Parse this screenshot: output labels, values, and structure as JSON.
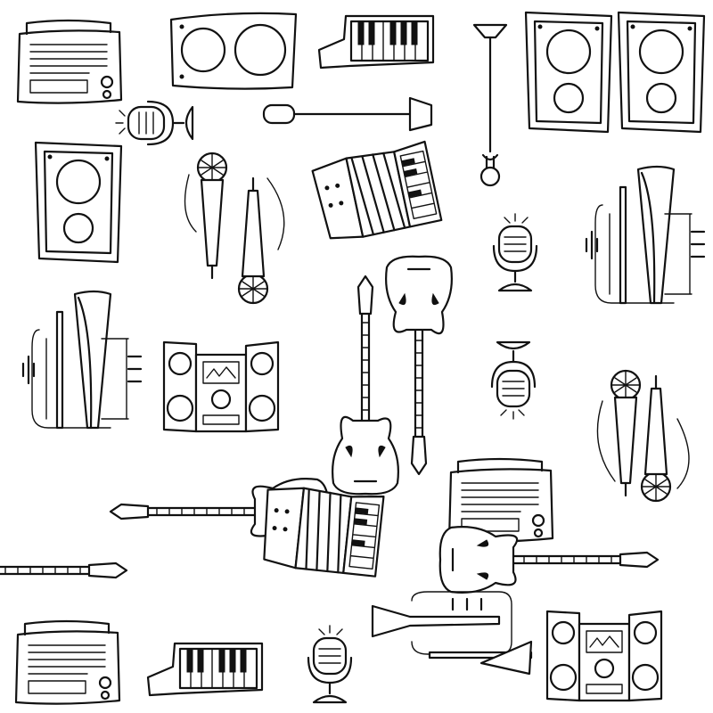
{
  "illustration": {
    "style": "hand-drawn black ink doodles on white",
    "background_color": "#ffffff",
    "ink_color": "#111111",
    "items": [
      {
        "name": "radio-icon",
        "count": 3
      },
      {
        "name": "speaker-icon",
        "count": 5
      },
      {
        "name": "keytar-icon",
        "count": 2
      },
      {
        "name": "microphone-stand-icon",
        "count": 2
      },
      {
        "name": "vintage-microphone-icon",
        "count": 5
      },
      {
        "name": "handheld-microphone-icon",
        "count": 4
      },
      {
        "name": "accordion-icon",
        "count": 2
      },
      {
        "name": "trumpet-icon",
        "count": 3
      },
      {
        "name": "stereo-system-icon",
        "count": 2
      },
      {
        "name": "electric-guitar-icon",
        "count": 6
      }
    ]
  }
}
